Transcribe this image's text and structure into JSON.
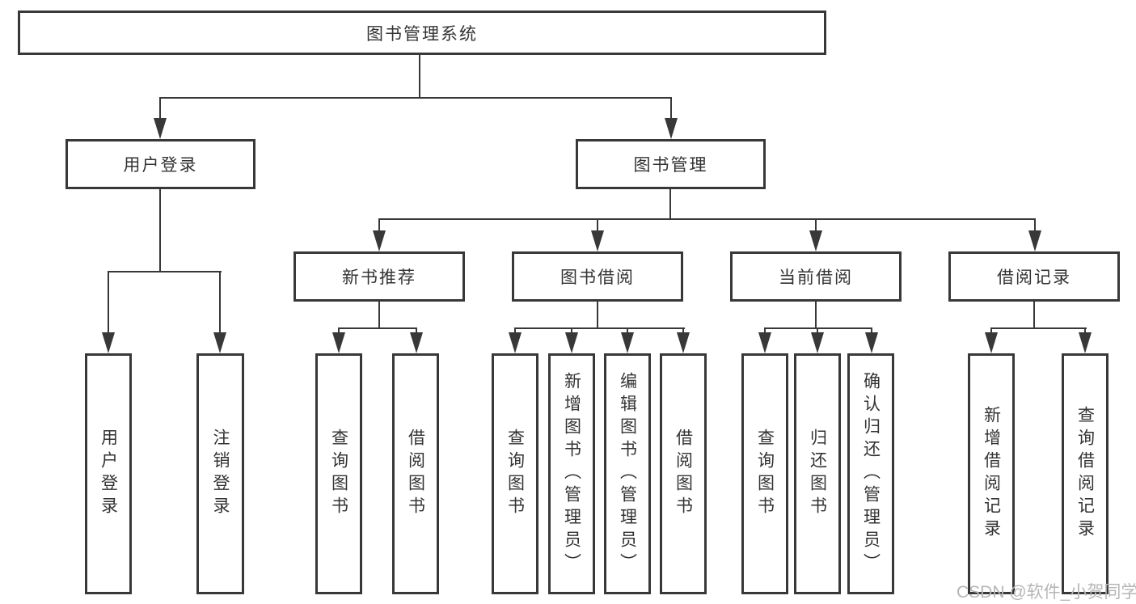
{
  "title": "图书管理系统",
  "level2": {
    "user_login": "用户登录",
    "book_management": "图书管理"
  },
  "level3": {
    "new_book_rec": "新书推荐",
    "book_borrow": "图书借阅",
    "current_borrow": "当前借阅",
    "borrow_record": "借阅记录"
  },
  "leaves": {
    "user_login": [
      "用户登录",
      "注销登录"
    ],
    "new_book_rec": [
      "查询图书",
      "借阅图书"
    ],
    "book_borrow": [
      "查询图书",
      "新增图书（管理员）",
      "编辑图书（管理员）",
      "借阅图书"
    ],
    "current_borrow": [
      "查询图书",
      "归还图书",
      "确认归还（管理员）"
    ],
    "borrow_record": [
      "新增借阅记录",
      "查询借阅记录"
    ]
  },
  "watermark": "CSDN @软件_小贺同学",
  "colors": {
    "line": "#383838",
    "text": "#333333",
    "watermark": "#b6b6b6",
    "background": "#ffffff"
  }
}
